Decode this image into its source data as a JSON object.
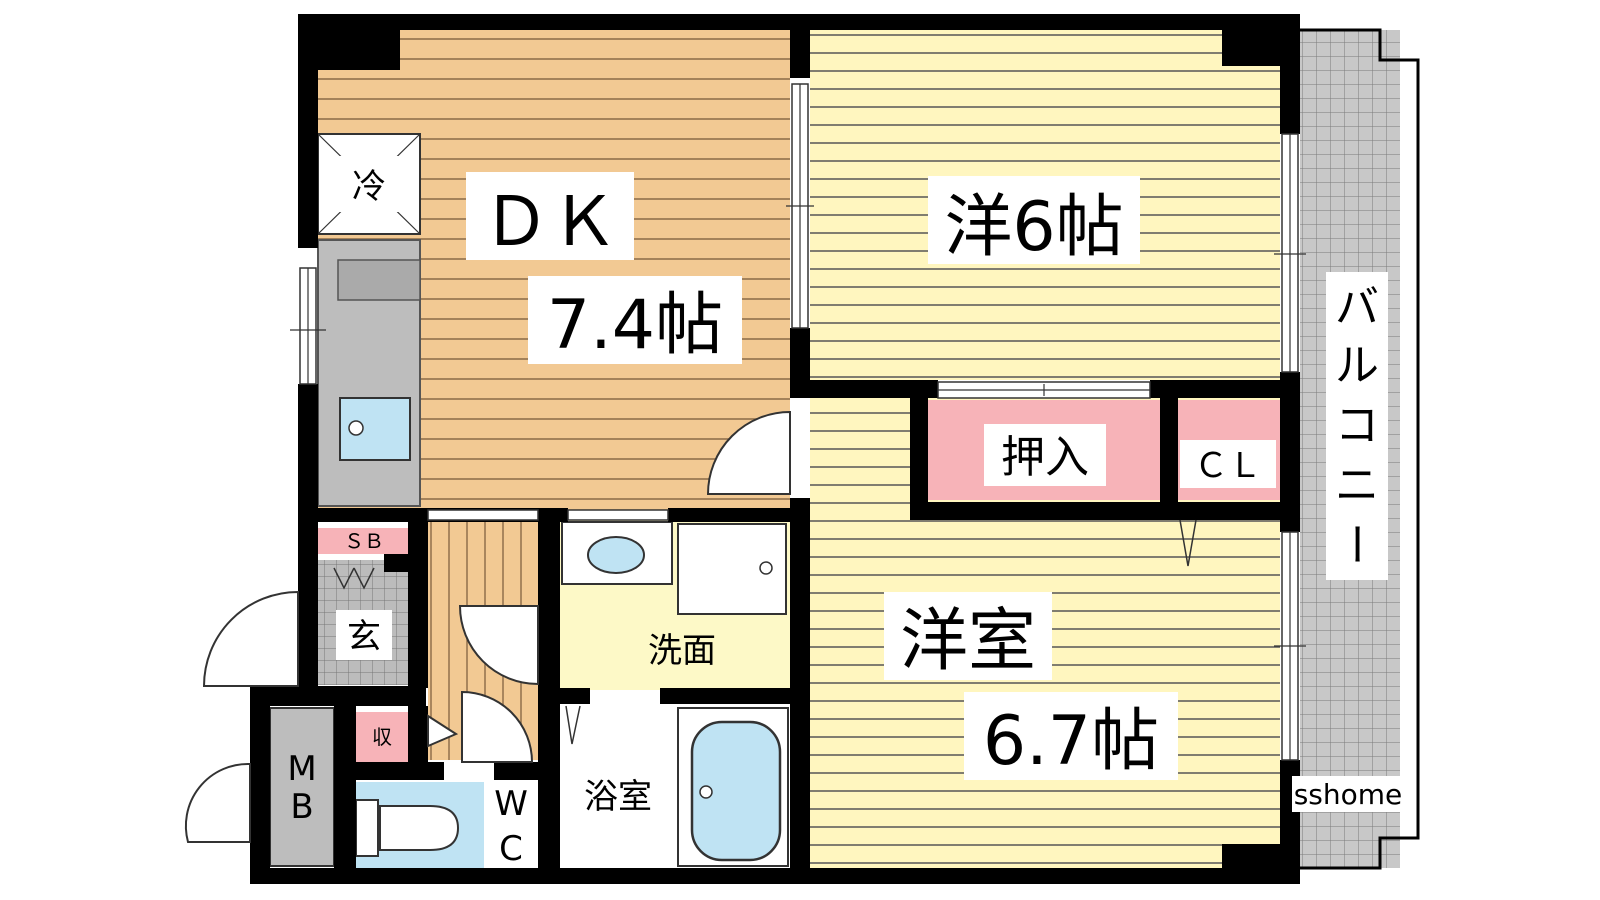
{
  "rooms": {
    "dk_name": "ＤＫ",
    "dk_size": "7.4帖",
    "western1": "洋6帖",
    "western2_name": "洋室",
    "western2_size": "6.7帖",
    "oshiire": "押入",
    "closet": "ＣＬ",
    "washroom": "洗面",
    "bathroom": "浴室",
    "toilet_w": "W",
    "toilet_c": "C",
    "entrance": "玄",
    "shoe_box": "ＳＢ",
    "storage": "収",
    "meter_m": "M",
    "meter_b": "B",
    "fridge": "冷"
  },
  "balcony": {
    "chars": [
      "バ",
      "ル",
      "コ",
      "ニ",
      "ー"
    ]
  },
  "watermark": "sshome",
  "colors": {
    "dk_floor": "#f2c993",
    "dk_lines": "#8a6a48",
    "western_floor": "#fff6bf",
    "western_lines": "#555555",
    "storage_pink": "#f7b3b8",
    "fixture_blue": "#bfe3f3",
    "wash_floor": "#fdf9c7",
    "wall": "#000000",
    "grey_panel": "#bdbdbd",
    "balcony_tile": "#c8c8c8"
  }
}
